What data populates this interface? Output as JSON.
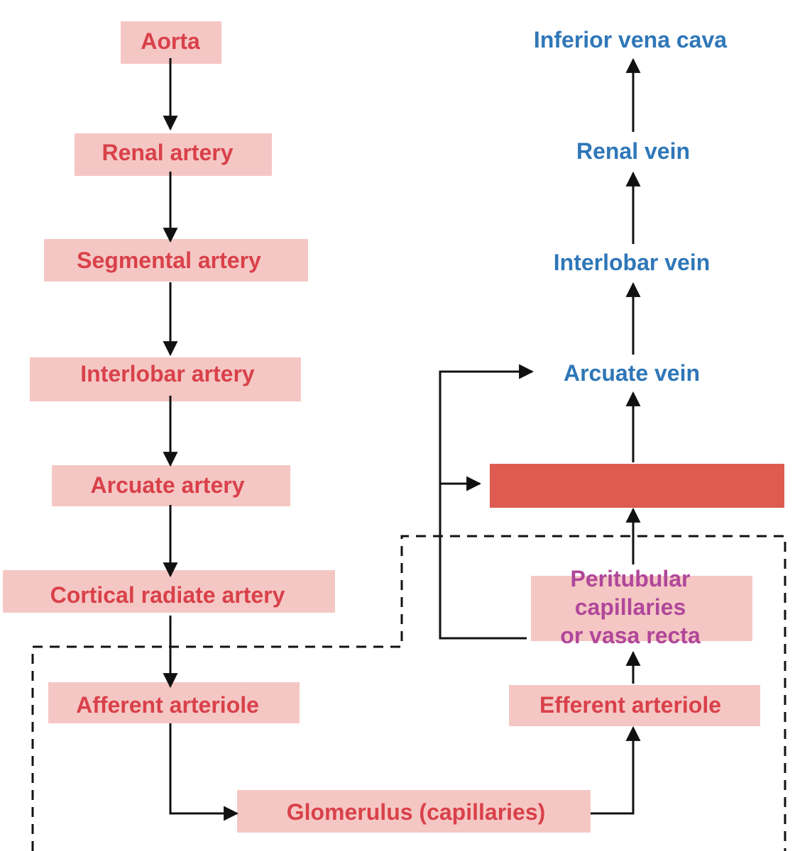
{
  "colors": {
    "artery_text": "#d9414a",
    "vein_text": "#2f77b8",
    "capillary_text": "#b0479a",
    "node_box_fill": "#f5c7c4",
    "vessel_bar": "#de5b52",
    "arrow": "#111111"
  },
  "arteries": {
    "aorta": "Aorta",
    "renal_artery": "Renal artery",
    "segmental_artery": "Segmental artery",
    "interlobar_artery": "Interlobar artery",
    "arcuate_artery": "Arcuate artery",
    "cortical_radiate_artery": "Cortical radiate artery",
    "afferent_arteriole": "Afferent arteriole"
  },
  "glomerulus": "Glomerulus (capillaries)",
  "efferent_arteriole": "Efferent arteriole",
  "peritubular": {
    "line1": "Peritubular",
    "line2": "capillaries",
    "line3": "or vasa recta"
  },
  "veins": {
    "arcuate_vein": "Arcuate vein",
    "interlobar_vein": "Interlobar vein",
    "renal_vein": "Renal vein",
    "inferior_vena_cava": "Inferior vena cava"
  }
}
